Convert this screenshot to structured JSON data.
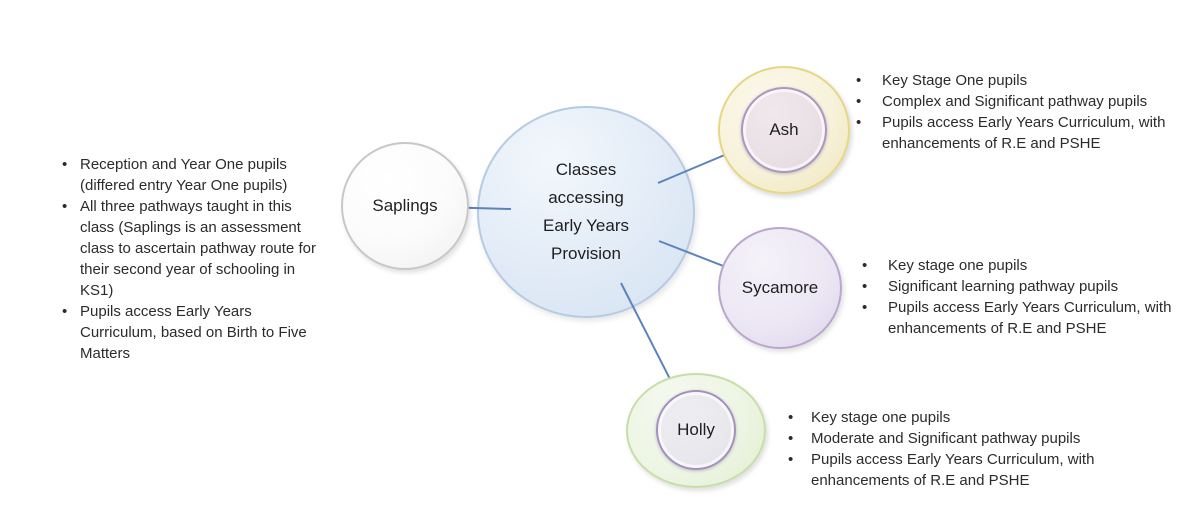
{
  "diagram": {
    "bullet_char": "•",
    "center": {
      "label": "Classes accessing Early Years Provision"
    },
    "nodes": [
      {
        "id": "saplings",
        "label": "Saplings",
        "bullets": [
          "Reception and Year One pupils (differed entry Year One pupils)",
          "All three pathways taught in this class (Saplings is an assessment class to ascertain pathway route for their second year of schooling in KS1)",
          "Pupils access Early Years Curriculum, based on Birth to Five Matters"
        ]
      },
      {
        "id": "ash",
        "label": "Ash",
        "bullets": [
          "Key Stage One pupils",
          "Complex and Significant pathway pupils",
          "Pupils access Early Years Curriculum, with enhancements of R.E and PSHE"
        ]
      },
      {
        "id": "sycamore",
        "label": "Sycamore",
        "bullets": [
          "Key stage one pupils",
          "Significant learning pathway pupils",
          "Pupils access Early Years Curriculum, with enhancements of R.E and PSHE"
        ]
      },
      {
        "id": "holly",
        "label": "Holly",
        "bullets": [
          "Key stage one pupils",
          "Moderate and Significant pathway pupils",
          "Pupils access Early Years Curriculum, with enhancements of R.E and PSHE"
        ]
      }
    ],
    "colors": {
      "connector": "#5b84bd",
      "center_fill": "#e3ecf7",
      "center_border": "#b6cbe3",
      "saplings_fill": "#fbfbfb",
      "saplings_border": "#c7c7c7",
      "ash_outer_fill": "#f7f2da",
      "ash_outer_border": "#e6d787",
      "ash_inner_fill": "#e9e0e6",
      "ash_inner_border": "#a996c1",
      "sycamore_fill": "#ece7f4",
      "sycamore_border": "#b9a7cd",
      "holly_outer_fill": "#edf5e4",
      "holly_outer_border": "#c7dea8",
      "holly_inner_fill": "#e9e8ed",
      "holly_inner_border": "#a390bd"
    }
  }
}
